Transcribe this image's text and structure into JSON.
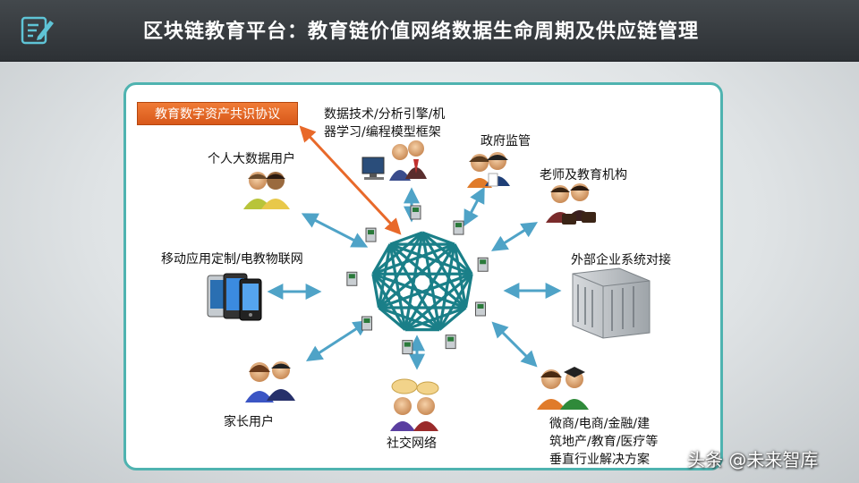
{
  "header": {
    "title": "区块链教育平台：教育链价值网络数据生命周期及供应链管理",
    "icon": "edit-document-icon"
  },
  "diagram": {
    "protocol_label": "教育数字资产共识协议",
    "nodes": [
      {
        "id": "data-tech",
        "label_lines": [
          "数据技术/分析引擎/机",
          "器学习/编程模型框架"
        ],
        "icon": "developers-at-computer-icon"
      },
      {
        "id": "government",
        "label_lines": [
          "政府监管"
        ],
        "icon": "officials-icon"
      },
      {
        "id": "teachers",
        "label_lines": [
          "老师及教育机构"
        ],
        "icon": "business-people-icon"
      },
      {
        "id": "personal-data",
        "label_lines": [
          "个人大数据用户"
        ],
        "icon": "user-pair-icon"
      },
      {
        "id": "mobile",
        "label_lines": [
          "移动应用定制/电教物联网"
        ],
        "icon": "mobile-devices-icon"
      },
      {
        "id": "enterprise",
        "label_lines": [
          "外部企业系统对接"
        ],
        "icon": "server-rack-icon"
      },
      {
        "id": "parents",
        "label_lines": [
          "家长用户"
        ],
        "icon": "user-pair-icon"
      },
      {
        "id": "social",
        "label_lines": [
          "社交网络"
        ],
        "icon": "chat-users-icon"
      },
      {
        "id": "industry",
        "label_lines": [
          "微商/电商/金融/建",
          "筑地产/教育/医疗等",
          "垂直行业解决方案"
        ],
        "icon": "graduate-users-icon"
      }
    ],
    "center_icon": "blockchain-mesh-network-icon"
  },
  "watermark": "头条 @未来智库",
  "colors": {
    "header_bg": "#33383c",
    "panel_border": "#4fb3b0",
    "arrow": "#4fa3c7",
    "protocol_bg": "#e8692a",
    "mesh": "#1a7f88"
  }
}
